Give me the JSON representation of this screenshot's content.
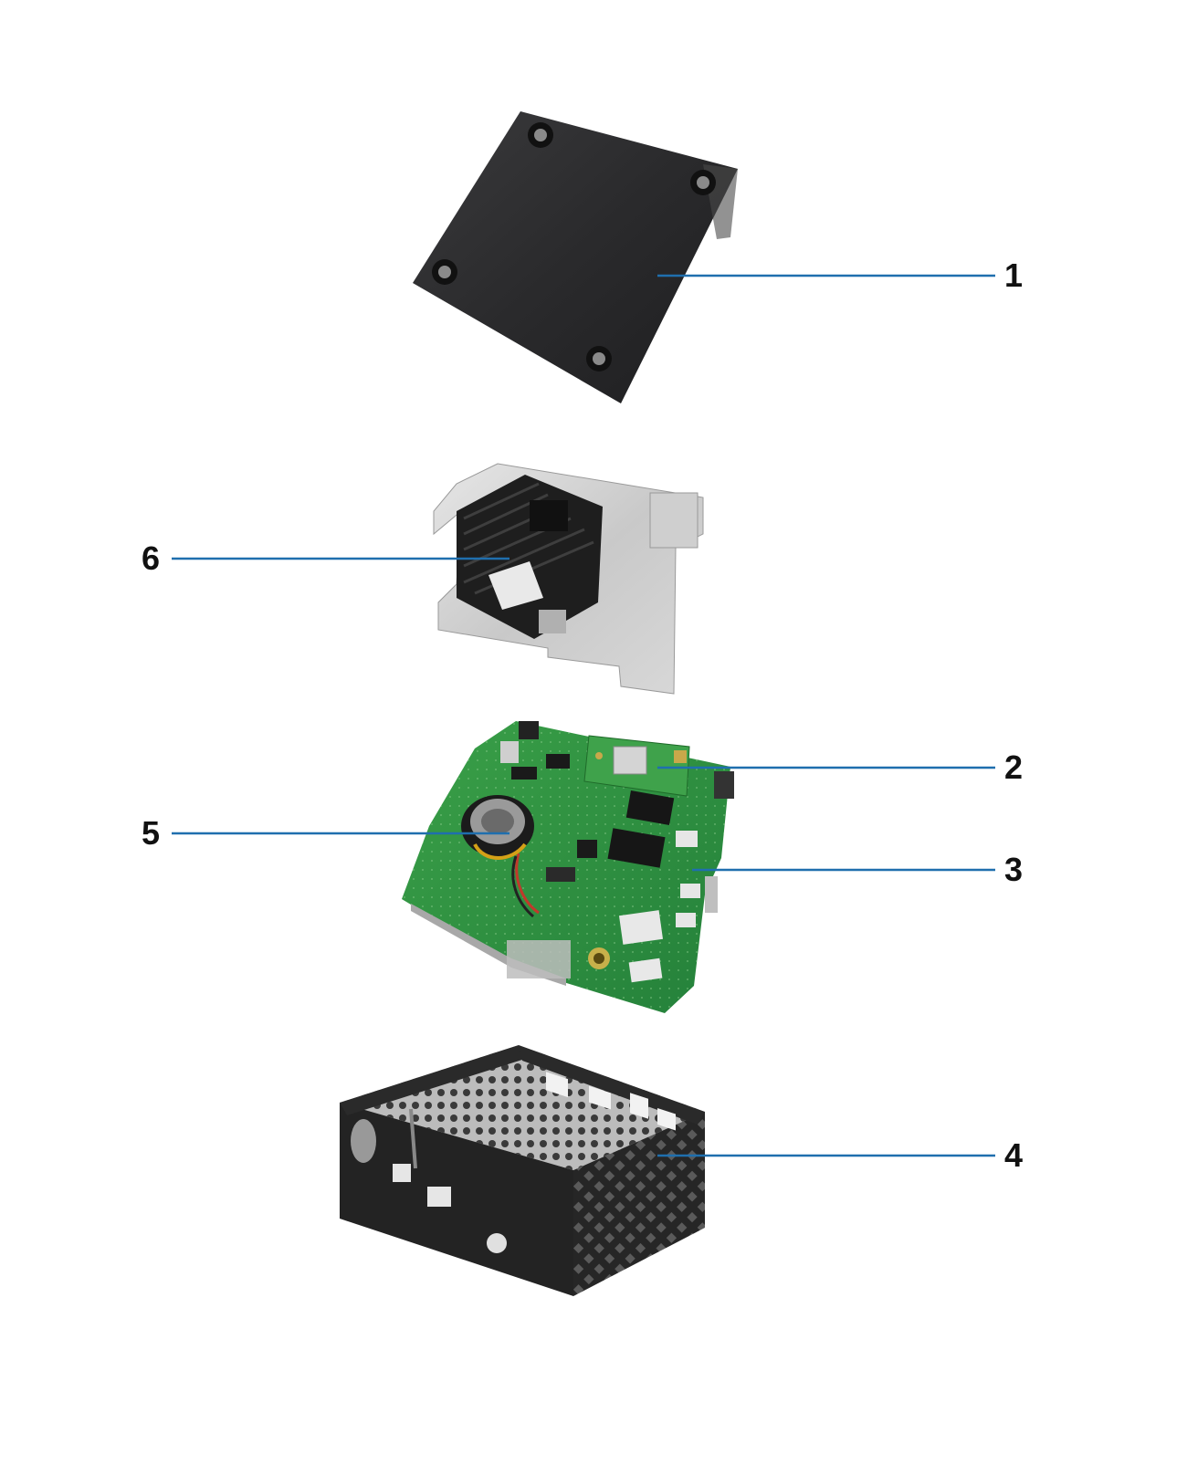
{
  "diagram": {
    "type": "exploded-view",
    "leader_color": "#1f6fae",
    "callouts": [
      {
        "id": "callout-1",
        "label": "1"
      },
      {
        "id": "callout-2",
        "label": "2"
      },
      {
        "id": "callout-3",
        "label": "3"
      },
      {
        "id": "callout-4",
        "label": "4"
      },
      {
        "id": "callout-5",
        "label": "5"
      },
      {
        "id": "callout-6",
        "label": "6"
      }
    ],
    "components": [
      {
        "id": "base-cover",
        "color": "#2b2b2d"
      },
      {
        "id": "heat-sink",
        "color": "#1e1e1e"
      },
      {
        "id": "wlan-card",
        "color": "#3a9a45"
      },
      {
        "id": "system-board",
        "color": "#2f8f3e"
      },
      {
        "id": "chassis",
        "color": "#222222"
      },
      {
        "id": "coin-cell-battery",
        "color": "#1b1b1b"
      }
    ]
  }
}
